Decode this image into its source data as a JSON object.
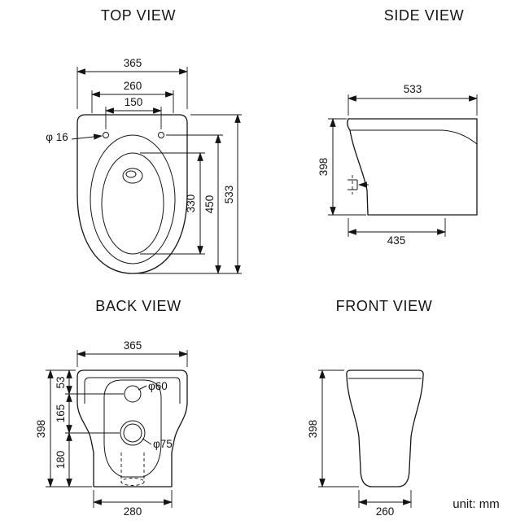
{
  "meta": {
    "unit_label": "unit: mm"
  },
  "top_view": {
    "title": "TOP VIEW",
    "width": "365",
    "tank_width": "260",
    "hinge_spacing": "150",
    "hinge_hole_dia": "φ 16",
    "overall_length": "533",
    "seat_length": "450",
    "opening_length": "330"
  },
  "side_view": {
    "title": "SIDE VIEW",
    "depth": "533",
    "height": "398",
    "base_depth": "435"
  },
  "back_view": {
    "title": "BACK VIEW",
    "width": "365",
    "top_segment": "53",
    "middle_segment": "165",
    "bottom_segment": "180",
    "height": "398",
    "inlet_dia": "φ60",
    "outlet_dia": "φ75",
    "base_width": "280"
  },
  "front_view": {
    "title": "FRONT VIEW",
    "height": "398",
    "base_width": "260"
  }
}
